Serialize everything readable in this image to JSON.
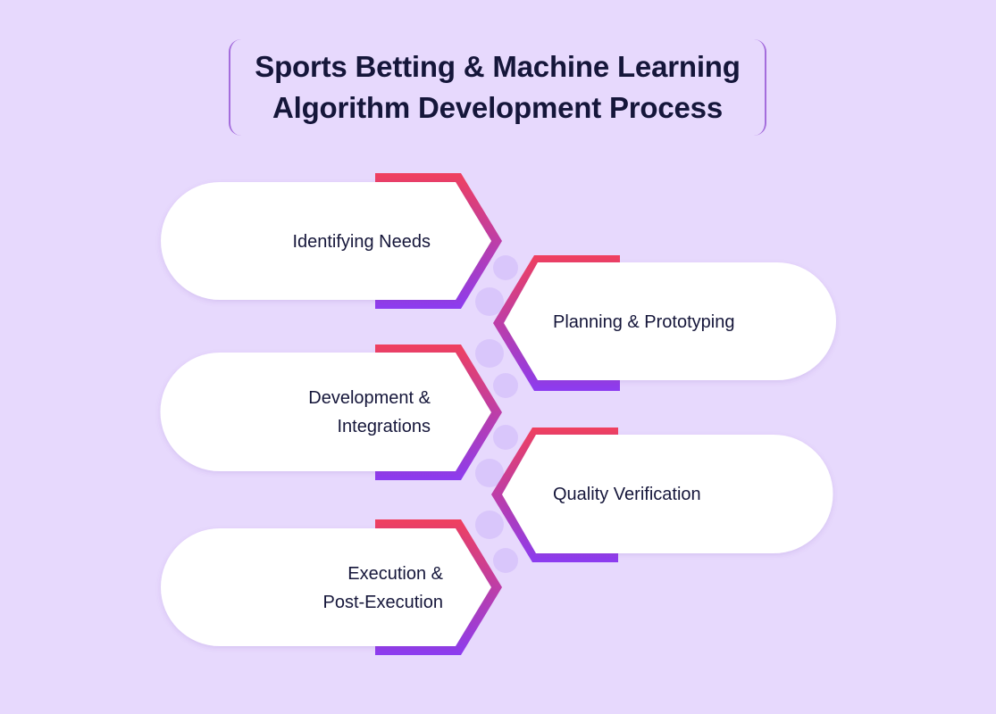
{
  "title": {
    "line1": "Sports Betting & Machine Learning",
    "line2": "Algorithm Development Process"
  },
  "steps": [
    {
      "lines": [
        "Identifying Needs"
      ]
    },
    {
      "lines": [
        "Planning & Prototyping"
      ]
    },
    {
      "lines": [
        "Development &",
        "Integrations"
      ]
    },
    {
      "lines": [
        "Quality Verification"
      ]
    },
    {
      "lines": [
        "Execution &",
        "Post-Execution"
      ]
    }
  ],
  "colors": {
    "background": "#e7d9fd",
    "gradient_top": "#f0405e",
    "gradient_bottom": "#8c3cf0",
    "pill": "#ffffff",
    "text": "#15163a",
    "connector": "#d9c6fb"
  }
}
